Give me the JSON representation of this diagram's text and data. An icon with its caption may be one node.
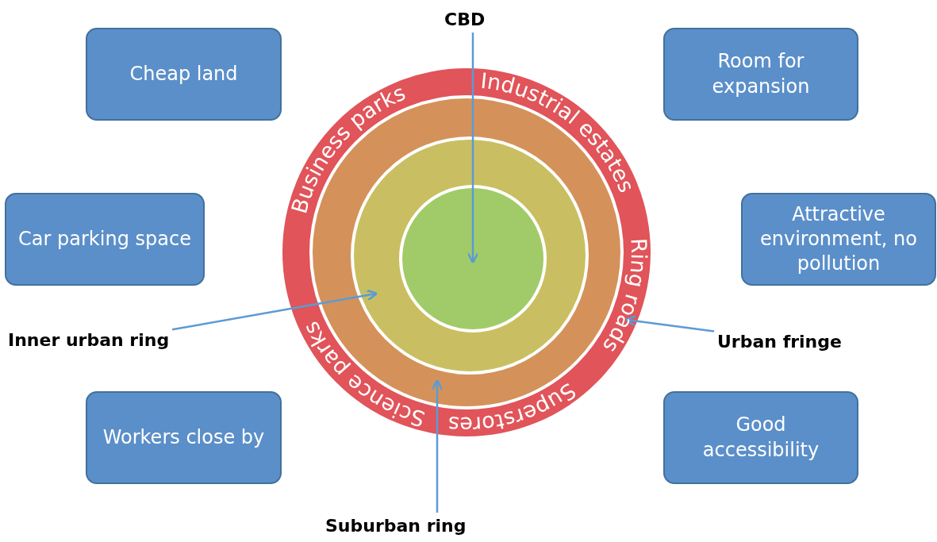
{
  "diagram": {
    "nodes": [
      {
        "text": [
          "Cheap land"
        ]
      },
      {
        "text": [
          "Room for expansion"
        ]
      },
      {
        "text": [
          "Car parking space"
        ]
      },
      {
        "text": [
          "Attractive environment, no pollution"
        ]
      },
      {
        "text": [
          "Workers close by"
        ]
      },
      {
        "text": [
          "Good accessibility"
        ]
      },
      {
        "text": [],
        "shape": "circle"
      },
      {
        "text": [],
        "shape": "circle",
        "in": 6
      },
      {
        "text": [],
        "shape": "circle",
        "in": 7
      },
      {
        "text": [],
        "shape": "circle",
        "in": 8
      },
      {
        "text": [
          "CBD"
        ]
      },
      {
        "text": [
          "Inner urban ring"
        ]
      },
      {
        "text": [
          "Urban fringe"
        ]
      },
      {
        "text": [
          "Suburban ring"
        ]
      }
    ],
    "edges": [
      {
        "from": 10,
        "to": 9,
        "arrow": "to"
      },
      {
        "from": 11,
        "to": 8,
        "arrow": "to"
      },
      {
        "from": 12,
        "to": 6,
        "arrow": "to"
      },
      {
        "from": 13,
        "to": 7,
        "arrow": "to"
      }
    ],
    "labels": [
      "Business parks",
      "Industrial estates",
      "Ring roads",
      "Science parks",
      "Superstores"
    ]
  }
}
